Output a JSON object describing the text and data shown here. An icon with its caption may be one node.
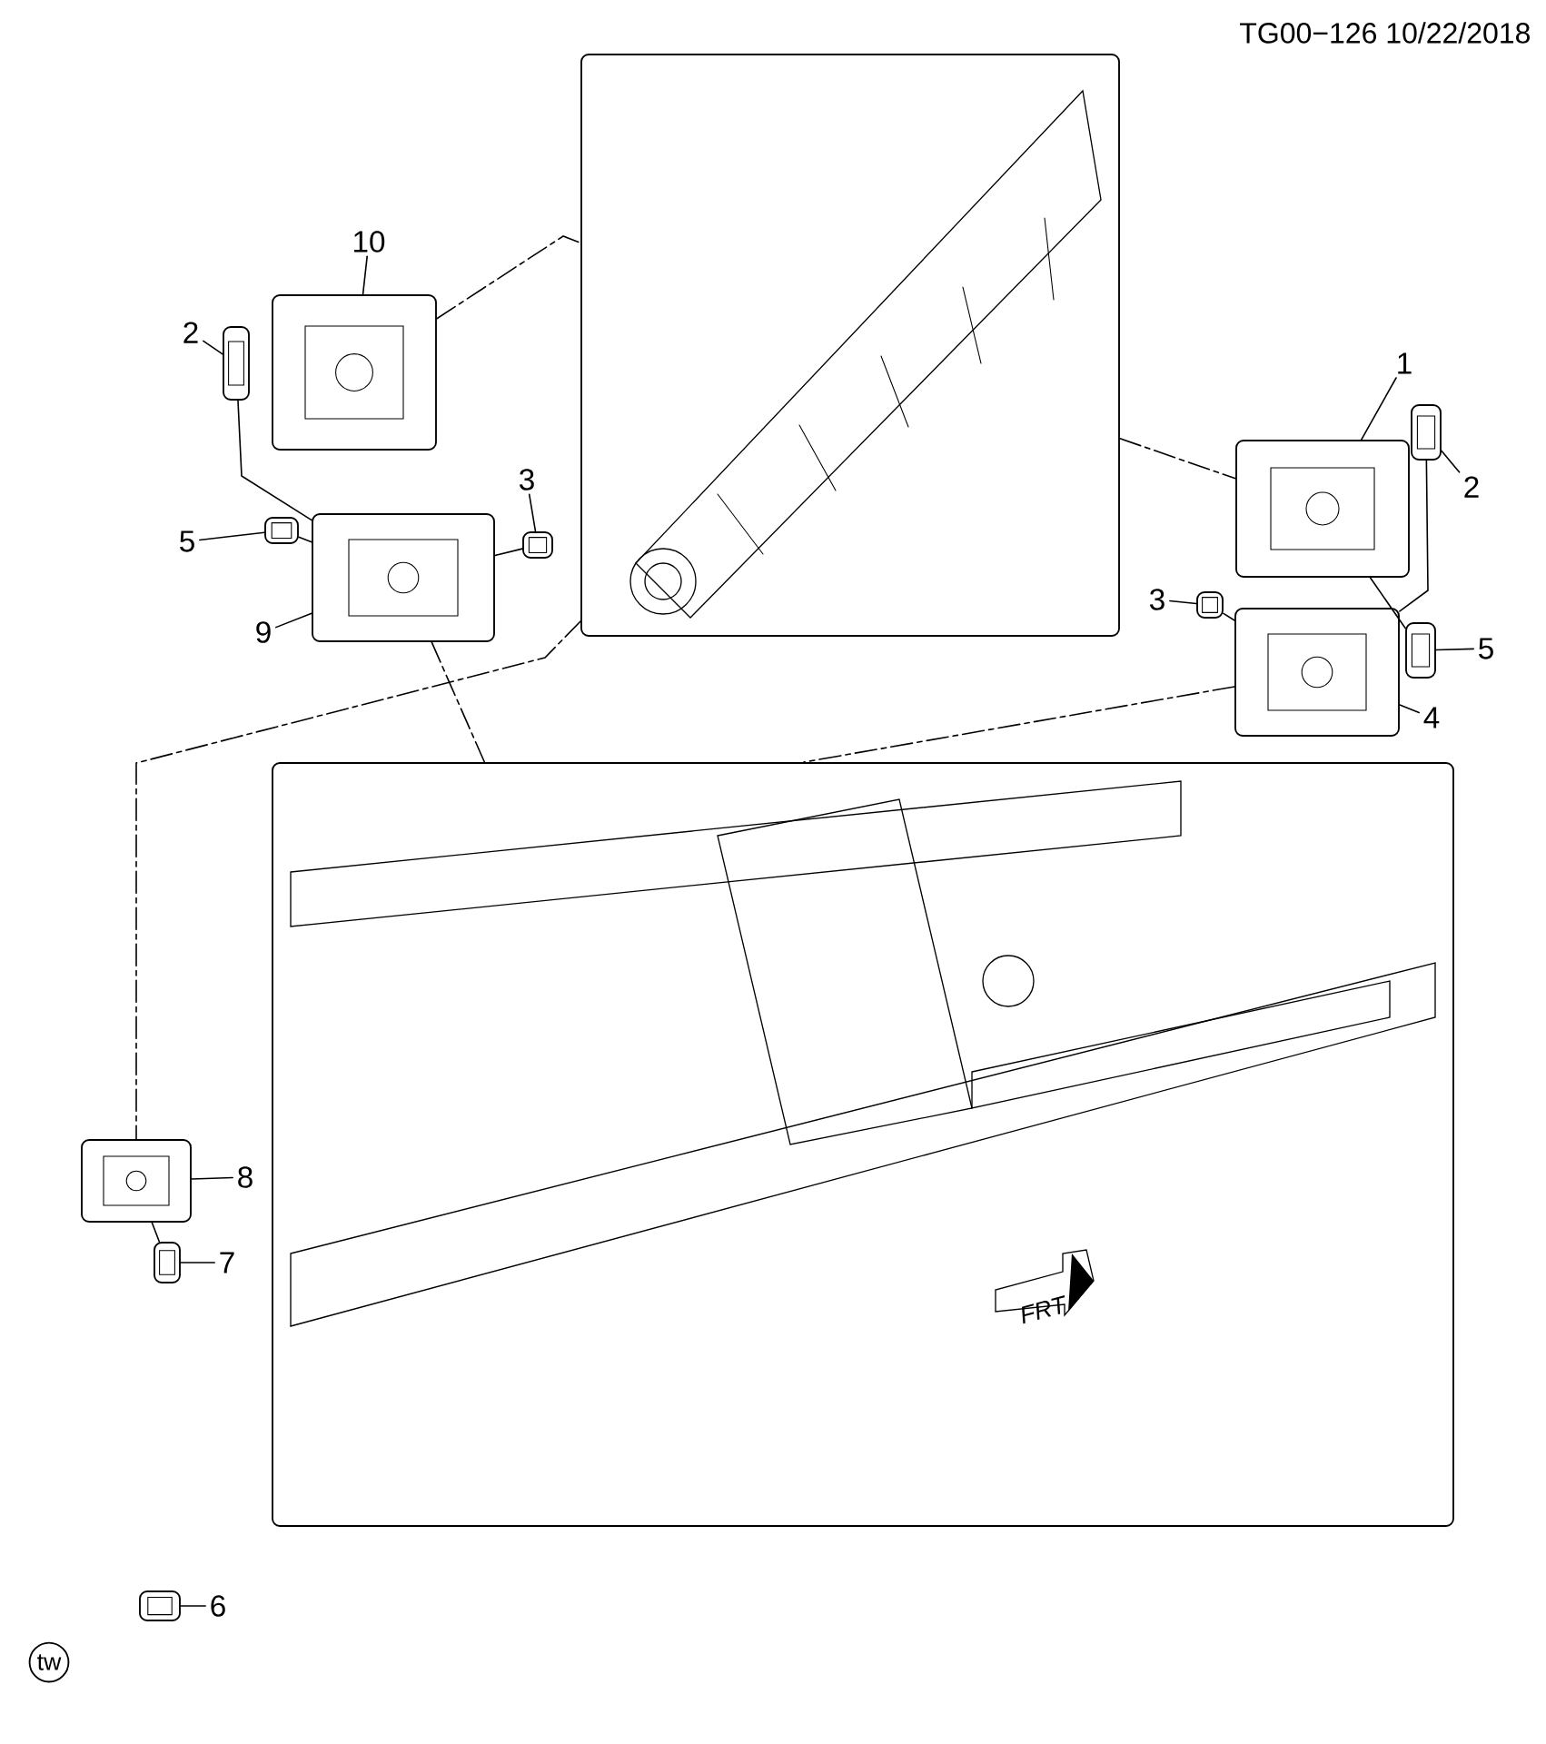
{
  "diagram": {
    "nodes": [
      {
        "text": [
          "10"
        ]
      },
      {
        "text": [
          "2"
        ]
      },
      {
        "text": [
          "5"
        ]
      },
      {
        "text": [
          "3"
        ]
      },
      {
        "text": [
          "9"
        ]
      },
      {
        "text": [
          "1"
        ]
      },
      {
        "text": [
          "2"
        ]
      },
      {
        "text": [
          "3"
        ]
      },
      {
        "text": [
          "5"
        ]
      },
      {
        "text": [
          "4"
        ]
      },
      {
        "text": [
          "8"
        ]
      },
      {
        "text": [
          "7"
        ]
      },
      {
        "text": [
          "6"
        ]
      },
      {
        "text": [],
        "shape": "picture"
      },
      {
        "text": [],
        "shape": "picture"
      },
      {
        "text": [],
        "shape": "picture"
      },
      {
        "text": [],
        "shape": "picture"
      },
      {
        "text": [],
        "shape": "picture"
      },
      {
        "text": [],
        "shape": "picture"
      },
      {
        "text": [],
        "shape": "picture"
      },
      {
        "text": [],
        "shape": "picture"
      },
      {
        "text": [],
        "shape": "picture"
      },
      {
        "text": [],
        "shape": "picture"
      },
      {
        "text": [],
        "shape": "picture"
      },
      {
        "text": [],
        "shape": "picture"
      },
      {
        "text": [],
        "shape": "picture"
      },
      {
        "text": [],
        "shape": "picture"
      },
      {
        "text": [],
        "shape": "picture"
      }
    ],
    "edges": [
      {
        "from": 0,
        "to": 13,
        "arrow": "none"
      },
      {
        "from": 1,
        "to": 14,
        "arrow": "none"
      },
      {
        "from": 2,
        "to": 15,
        "arrow": "none"
      },
      {
        "from": 3,
        "to": 16,
        "arrow": "none"
      },
      {
        "from": 4,
        "to": 17,
        "arrow": "none"
      },
      {
        "from": 5,
        "to": 18,
        "arrow": "none"
      },
      {
        "from": 6,
        "to": 19,
        "arrow": "none"
      },
      {
        "from": 7,
        "to": 20,
        "arrow": "none"
      },
      {
        "from": 8,
        "to": 21,
        "arrow": "none"
      },
      {
        "from": 9,
        "to": 22,
        "arrow": "none"
      },
      {
        "from": 10,
        "to": 23,
        "arrow": "none"
      },
      {
        "from": 11,
        "to": 24,
        "arrow": "none"
      },
      {
        "from": 12,
        "to": 25,
        "arrow": "none"
      },
      {
        "from": 13,
        "to": 26,
        "arrow": "none",
        "style": "dashed"
      },
      {
        "from": 17,
        "to": 27,
        "arrow": "none",
        "style": "dashed"
      },
      {
        "from": 26,
        "to": 18,
        "arrow": "none",
        "style": "dashed"
      },
      {
        "from": 22,
        "to": 27,
        "arrow": "none",
        "style": "dashed"
      },
      {
        "from": 26,
        "to": 23,
        "arrow": "none",
        "style": "dashed"
      },
      {
        "from": 24,
        "to": 23,
        "arrow": "none"
      },
      {
        "from": 14,
        "to": 17,
        "arrow": "none"
      },
      {
        "from": 21,
        "to": 18,
        "arrow": "none"
      },
      {
        "from": 19,
        "to": 22,
        "arrow": "none"
      },
      {
        "from": 20,
        "to": 22,
        "arrow": "none"
      },
      {
        "from": 16,
        "to": 17,
        "arrow": "none"
      },
      {
        "from": 15,
        "to": 17,
        "arrow": "none"
      }
    ],
    "labels": [
      "TG00−126  10/22/2018",
      "FRT",
      "tw"
    ]
  }
}
